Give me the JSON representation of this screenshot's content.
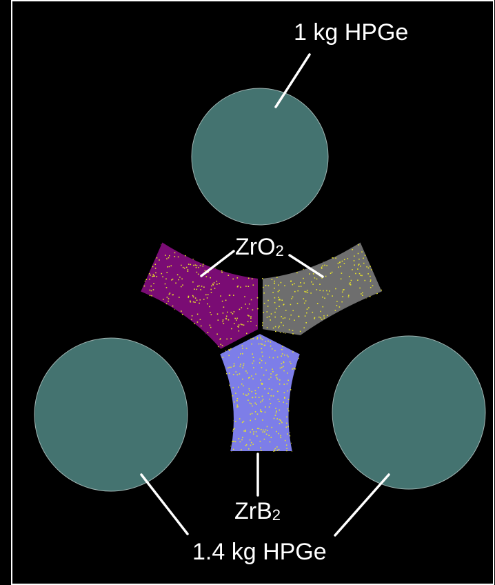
{
  "background_color": "#000000",
  "outer_border_color": "#ffffff",
  "detector_color": "#447370",
  "detector_edge_color": "#9fb4b2",
  "line_color": "#ffffff",
  "dot_color": "#e8e52a",
  "labels": {
    "top_detector": "1 kg HPGe",
    "bottom_detectors": "1.4 kg HPGe",
    "zro2_main": "ZrO",
    "zro2_sub": "2",
    "zrb2_main": "ZrB",
    "zrb2_sub": "2"
  },
  "samples": [
    {
      "id": "zro2-left",
      "material": "ZrO2",
      "color": "#7a0c74"
    },
    {
      "id": "zro2-right",
      "material": "ZrO2",
      "color": "#6e6e6e"
    },
    {
      "id": "zrb2-bottom",
      "material": "ZrB2",
      "color": "#7d7ee8"
    }
  ],
  "detectors": [
    {
      "id": "top",
      "mass": "1 kg"
    },
    {
      "id": "bottom-left",
      "mass": "1.4 kg"
    },
    {
      "id": "bottom-right",
      "mass": "1.4 kg"
    }
  ]
}
